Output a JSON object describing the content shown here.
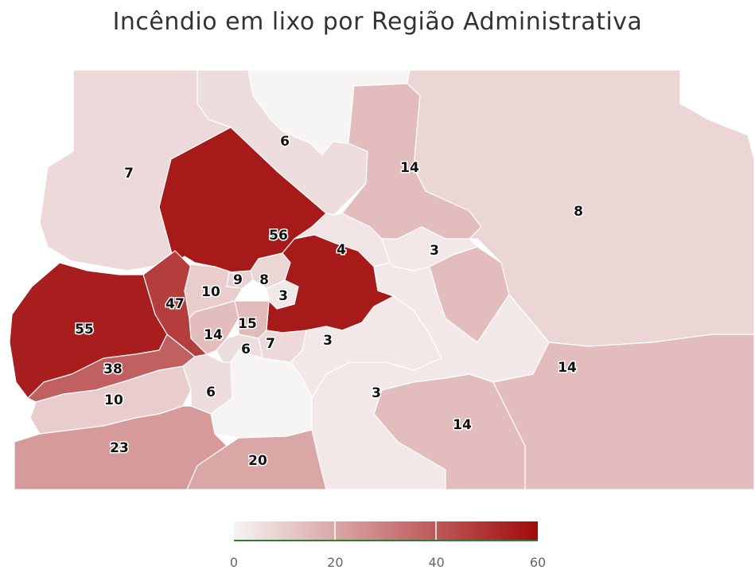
{
  "title": "Incêndio em lixo por Região Administrativa",
  "regions": [
    {
      "id": "north-white",
      "value": 0
    },
    {
      "id": "pale-center",
      "value": 0
    },
    {
      "id": "north-strip",
      "value": 6
    },
    {
      "id": "west-big",
      "value": 7
    },
    {
      "id": "north-center",
      "value": 14
    },
    {
      "id": "east-big",
      "value": 8
    },
    {
      "id": "center-big",
      "value": 56
    },
    {
      "id": "small-4",
      "value": 4
    },
    {
      "id": "east-3",
      "value": 3
    },
    {
      "id": "mid-9",
      "value": 9
    },
    {
      "id": "mid-8",
      "value": 8
    },
    {
      "id": "mid-3",
      "value": 3
    },
    {
      "id": "mid-east-dark",
      "value": 56
    },
    {
      "id": "west-47",
      "value": 47
    },
    {
      "id": "mid-10",
      "value": 10
    },
    {
      "id": "west-55",
      "value": 55
    },
    {
      "id": "mid-14",
      "value": 14
    },
    {
      "id": "mid-15",
      "value": 15
    },
    {
      "id": "mid-6",
      "value": 6
    },
    {
      "id": "mid-7",
      "value": 7
    },
    {
      "id": "mid-3b",
      "value": 3
    },
    {
      "id": "sw-38",
      "value": 38
    },
    {
      "id": "sw-10",
      "value": 10
    },
    {
      "id": "mid-6b",
      "value": 6
    },
    {
      "id": "south-3",
      "value": 3
    },
    {
      "id": "southeast-14",
      "value": 14
    },
    {
      "id": "east-14",
      "value": 14
    },
    {
      "id": "sw-23",
      "value": 23
    },
    {
      "id": "south-20",
      "value": 20
    }
  ],
  "labels": [
    {
      "text": "6"
    },
    {
      "text": "7"
    },
    {
      "text": "14"
    },
    {
      "text": "8"
    },
    {
      "text": "56"
    },
    {
      "text": "4"
    },
    {
      "text": "3"
    },
    {
      "text": "9"
    },
    {
      "text": "8"
    },
    {
      "text": "3"
    },
    {
      "text": "47"
    },
    {
      "text": "10"
    },
    {
      "text": "55"
    },
    {
      "text": "14"
    },
    {
      "text": "15"
    },
    {
      "text": "6"
    },
    {
      "text": "7"
    },
    {
      "text": "3"
    },
    {
      "text": "38"
    },
    {
      "text": "10"
    },
    {
      "text": "6"
    },
    {
      "text": "3"
    },
    {
      "text": "14"
    },
    {
      "text": "14"
    },
    {
      "text": "23"
    },
    {
      "text": "20"
    }
  ],
  "colorbar": {
    "min": 0,
    "max": 60,
    "ticks": [
      "0",
      "20",
      "40",
      "60"
    ],
    "color_low": "#f7f4f4",
    "color_high": "#a10a0a"
  }
}
